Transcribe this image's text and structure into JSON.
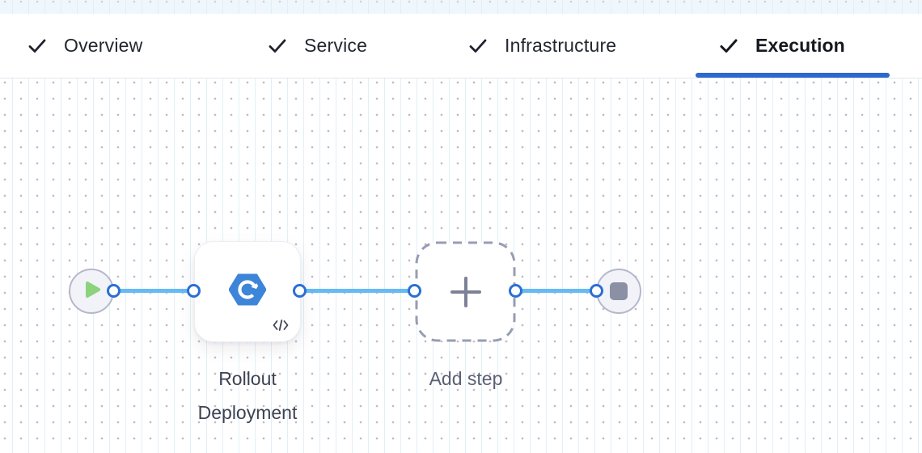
{
  "header": {
    "tabs": [
      {
        "label": "Overview",
        "completed": true,
        "active": false
      },
      {
        "label": "Service",
        "completed": true,
        "active": false
      },
      {
        "label": "Infrastructure",
        "completed": true,
        "active": false
      },
      {
        "label": "Execution",
        "completed": true,
        "active": true
      }
    ]
  },
  "pipeline": {
    "start_node": {
      "icon": "play"
    },
    "steps": [
      {
        "name": "Rollout Deployment",
        "icon": "rollout-deployment-hexagon",
        "badge": "code-template"
      }
    ],
    "add_step_label": "Add step",
    "end_node": {
      "icon": "stop"
    }
  },
  "colors": {
    "active_tab_underline": "#2e68cf",
    "connector_line": "#67baf4",
    "port_ring": "#2a6fd4",
    "step_icon_blue": "#3d85d8",
    "play_green": "#8bd37c",
    "stop_gray": "#8b90a5",
    "dashed_border": "#979db1",
    "grid_dot": "#b7bdcb"
  }
}
